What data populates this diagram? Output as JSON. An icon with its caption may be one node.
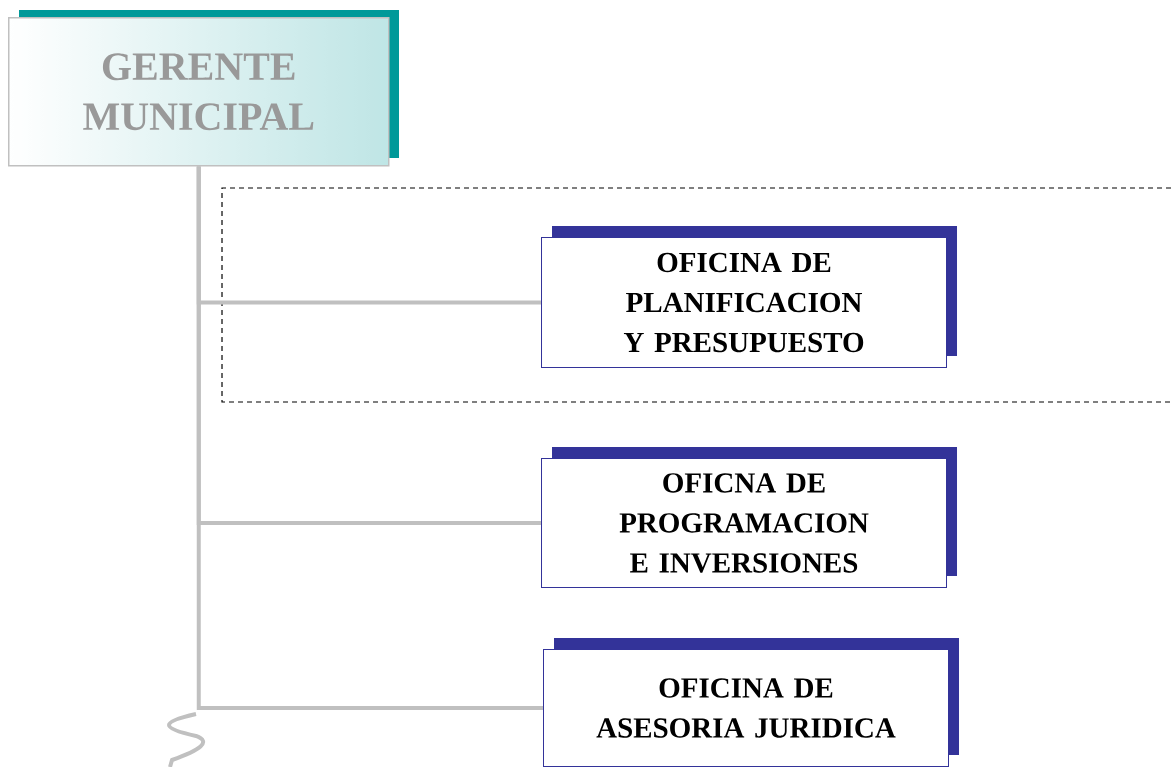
{
  "diagram": {
    "nodes": [
      {
        "text": [
          "GERENTE MUNICIPAL"
        ]
      },
      {
        "text": [
          "OFICINA DE PLANIFICACION Y PRESUPUESTO"
        ]
      },
      {
        "text": [
          "OFICNA DE PROGRAMACION E INVERSIONES"
        ]
      },
      {
        "text": [
          "OFICINA DE ASESORIA JURIDICA"
        ]
      }
    ],
    "edges": [
      {
        "from": 0,
        "to": 1,
        "arrow": "none"
      },
      {
        "from": 0,
        "to": 2,
        "arrow": "none"
      },
      {
        "from": 0,
        "to": 3,
        "arrow": "none"
      }
    ]
  }
}
